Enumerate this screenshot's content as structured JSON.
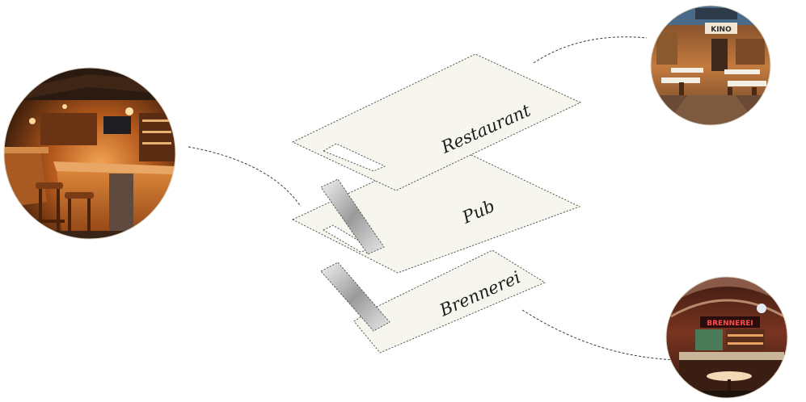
{
  "levels": [
    {
      "key": "restaurant",
      "label": "Restaurant"
    },
    {
      "key": "pub",
      "label": "Pub"
    },
    {
      "key": "brennerei",
      "label": "Brennerei"
    }
  ],
  "photos": {
    "pub": {
      "description_icon": "bar-interior-photo"
    },
    "restaurant": {
      "sign_text": "KINO"
    },
    "brennerei": {
      "sign_text": "BRENNEREI"
    }
  },
  "colors": {
    "floor_fill": "#f7f6ee",
    "outline": "#4a4a44",
    "wood": "#8a4a1e",
    "warm_light": "#f0a85a"
  }
}
